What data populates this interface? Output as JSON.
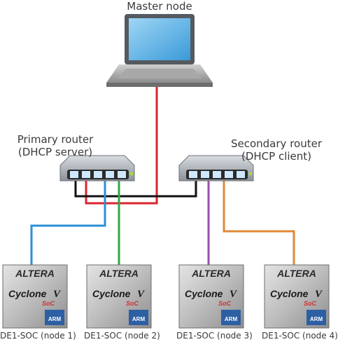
{
  "master_label": "Master node",
  "primary_router": {
    "line1": "Primary router",
    "line2": "(DHCP server)"
  },
  "secondary_router": {
    "line1": "Secondary router",
    "line2": "(DHCP client)"
  },
  "chip": {
    "brand": "ALTERA",
    "family": "Cyclone",
    "version": "V",
    "soc": "SoC",
    "arm": "ARM"
  },
  "nodes": [
    {
      "label": "DE1-SOC (node 1)",
      "cable_color": "#2a8fd6"
    },
    {
      "label": "DE1-SOC (node 2)",
      "cable_color": "#2fa84a"
    },
    {
      "label": "DE1-SOC (node 3)",
      "cable_color": "#9a4fb0"
    },
    {
      "label": "DE1-SOC (node 4)",
      "cable_color": "#e0883a"
    }
  ],
  "colors": {
    "master_cable": "#d8262c",
    "router_link": "#111111"
  }
}
